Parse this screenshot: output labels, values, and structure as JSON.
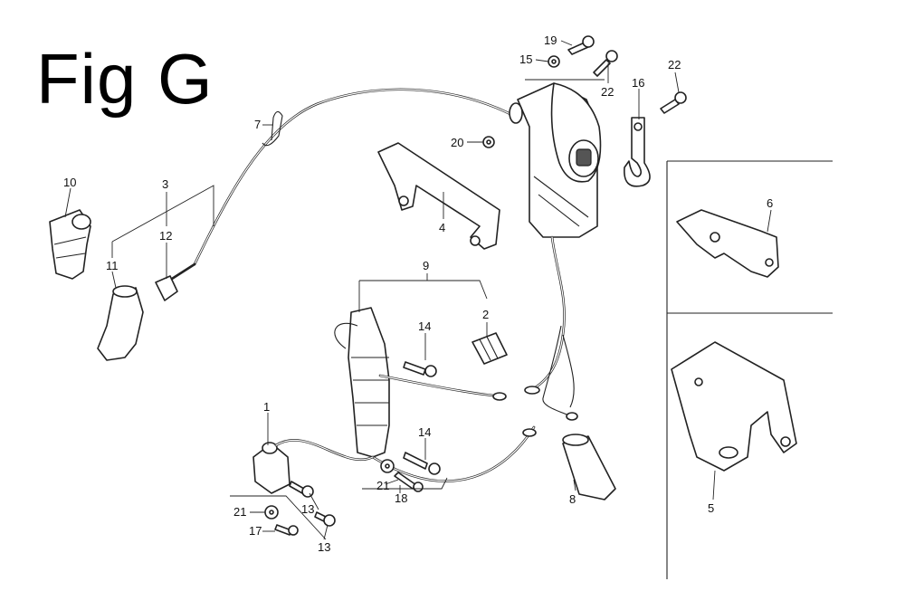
{
  "figure": {
    "title": "Fig G"
  },
  "callouts": {
    "c1": "1",
    "c2": "2",
    "c3": "3",
    "c4": "4",
    "c5": "5",
    "c6": "6",
    "c7": "7",
    "c8": "8",
    "c9": "9",
    "c10": "10",
    "c11": "11",
    "c12": "12",
    "c13a": "13",
    "c13b": "13",
    "c14a": "14",
    "c14b": "14",
    "c15": "15",
    "c16": "16",
    "c17": "17",
    "c18": "18",
    "c19": "19",
    "c20": "20",
    "c21a": "21",
    "c21b": "21",
    "c22a": "22",
    "c22b": "22"
  }
}
